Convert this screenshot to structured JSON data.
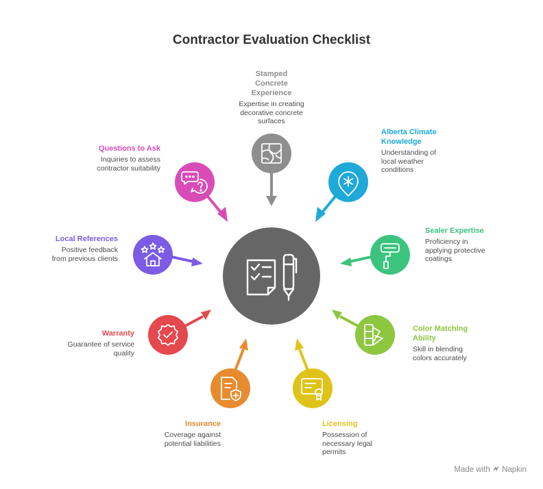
{
  "title": "Contractor Evaluation Checklist",
  "center": {
    "icon": "checklist-pen-icon",
    "color": "#666666"
  },
  "items": [
    {
      "key": "stamped",
      "title": "Stamped Concrete Experience",
      "title_lines": [
        "Stamped",
        "Concrete",
        "Experience"
      ],
      "desc": "Expertise in creating decorative concrete surfaces",
      "desc_lines": [
        "Expertise in creating",
        "decorative concrete",
        "surfaces"
      ],
      "color": "#8e8e8e",
      "icon": "stone-pattern-icon"
    },
    {
      "key": "alberta",
      "title": "Alberta Climate Knowledge",
      "title_lines": [
        "Alberta Climate",
        "Knowledge"
      ],
      "desc": "Understanding of local weather conditions",
      "desc_lines": [
        "Understanding of",
        "local weather",
        "conditions"
      ],
      "color": "#1ea9d9",
      "icon": "snowflake-pin-icon"
    },
    {
      "key": "sealer",
      "title": "Sealer Expertise",
      "title_lines": [
        "Sealer Expertise"
      ],
      "desc": "Proficiency in applying protective coatings",
      "desc_lines": [
        "Proficiency in",
        "applying protective",
        "coatings"
      ],
      "color": "#3cc47e",
      "icon": "paint-roller-icon"
    },
    {
      "key": "color",
      "title": "Color Matching Ability",
      "title_lines": [
        "Color Matching",
        "Ability"
      ],
      "desc": "Skill in blending colors accurately",
      "desc_lines": [
        "Skill in blending",
        "colors accurately"
      ],
      "color": "#8dc63f",
      "icon": "color-swatch-icon"
    },
    {
      "key": "licensing",
      "title": "Licensing",
      "title_lines": [
        "Licensing"
      ],
      "desc": "Possession of necessary legal permits",
      "desc_lines": [
        "Possession of",
        "necessary legal",
        "permits"
      ],
      "color": "#e0c319",
      "icon": "certificate-icon"
    },
    {
      "key": "insurance",
      "title": "Insurance",
      "title_lines": [
        "Insurance"
      ],
      "desc": "Coverage against potential liabilities",
      "desc_lines": [
        "Coverage against",
        "potential liabilities"
      ],
      "color": "#e88b2e",
      "icon": "document-shield-icon"
    },
    {
      "key": "warranty",
      "title": "Warranty",
      "title_lines": [
        "Warranty"
      ],
      "desc": "Guarantee of service quality",
      "desc_lines": [
        "Guarantee of service",
        "quality"
      ],
      "color": "#e5484d",
      "icon": "badge-check-icon"
    },
    {
      "key": "references",
      "title": "Local References",
      "title_lines": [
        "Local References"
      ],
      "desc": "Positive feedback from previous clients",
      "desc_lines": [
        "Positive feedback",
        "from previous clients"
      ],
      "color": "#7c5ce5",
      "icon": "house-stars-icon"
    },
    {
      "key": "questions",
      "title": "Questions to Ask",
      "title_lines": [
        "Questions to Ask"
      ],
      "desc": "Inquiries to assess contractor suitability",
      "desc_lines": [
        "Inquiries to assess",
        "contractor suitability"
      ],
      "color": "#d94cb7",
      "icon": "chat-question-icon"
    }
  ],
  "footer": {
    "text": "Made with",
    "brand": "Napkin",
    "icon": "napkin-logo-icon"
  }
}
